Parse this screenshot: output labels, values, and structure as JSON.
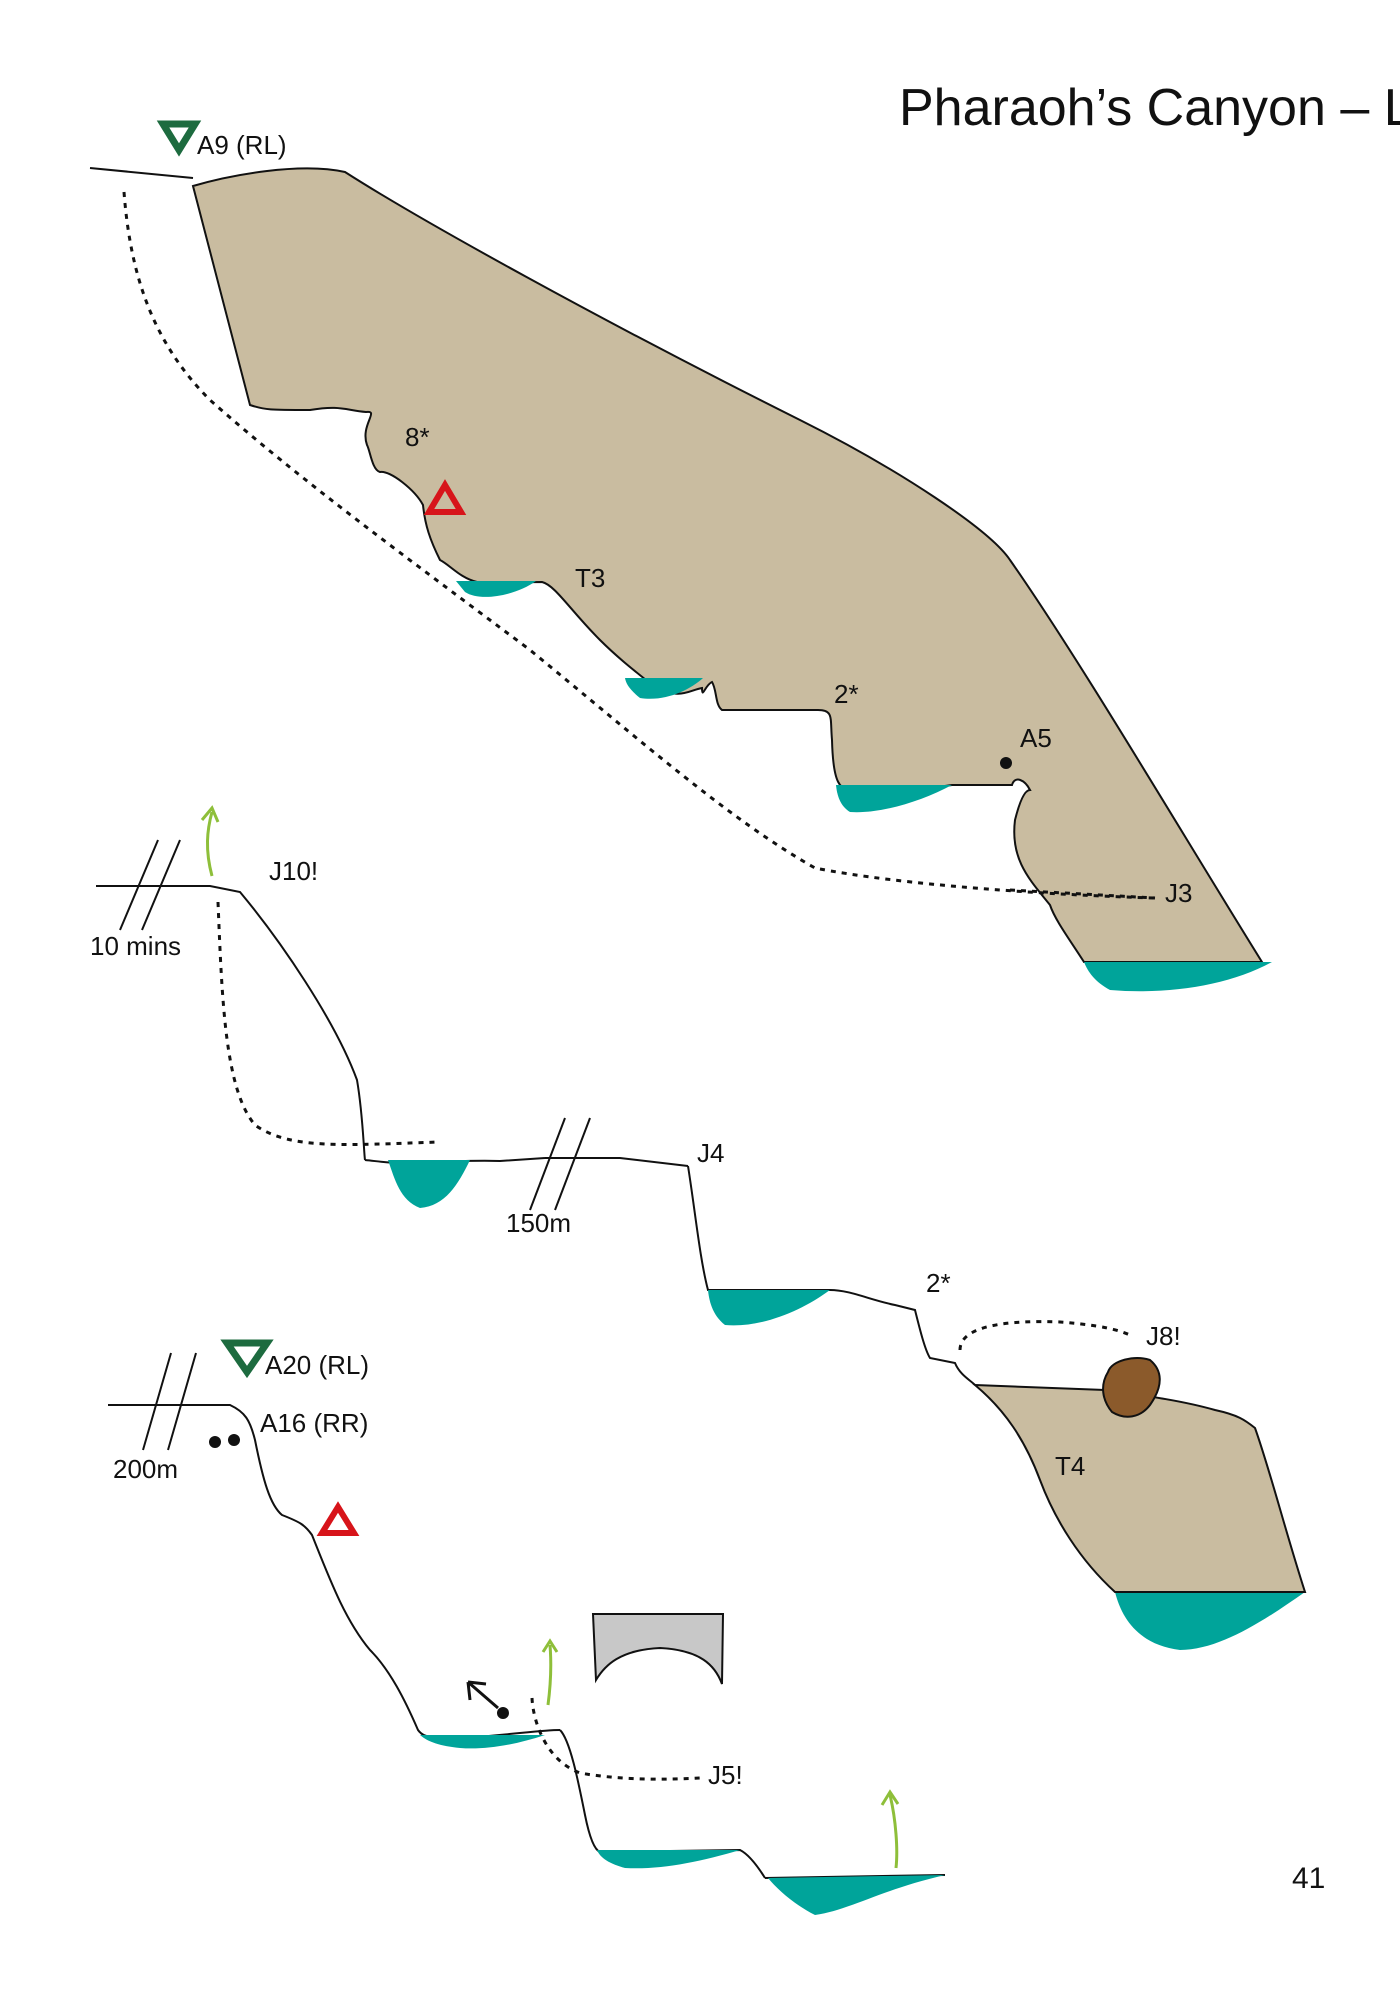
{
  "page": {
    "title": "Pharaoh’s Canyon – L",
    "page_number": "41"
  },
  "colors": {
    "rock": "#c9bca0",
    "water": "#00a49a",
    "rappel_marker": "#1d6b3f",
    "hazard_marker": "#d7141a",
    "exit_arrow": "#8ebf3a",
    "boulder": "#8b5a2b",
    "arch": "#c8c8c8"
  },
  "labels": {
    "a9": "A9 (RL)",
    "eight_star": "8*",
    "t3": "T3",
    "two_star_top": "2*",
    "a5": "A5",
    "j3": "J3",
    "j10": "J10!",
    "ten_mins": "10 mins",
    "j4": "J4",
    "one_fifty_m": "150m",
    "two_star_mid": "2*",
    "j8": "J8!",
    "t4": "T4",
    "a20": "A20 (RL)",
    "a16": "A16 (RR)",
    "two_hundred_m": "200m",
    "j5": "J5!"
  },
  "icons": {
    "rappel_anchor": "green-down-triangle-icon",
    "hazard": "red-warning-triangle-icon",
    "exit": "green-curved-arrow-icon",
    "bolt": "black-dot-icon",
    "direction": "black-arrow-icon",
    "boulder": "brown-boulder-icon",
    "arch": "grey-arch-icon"
  }
}
